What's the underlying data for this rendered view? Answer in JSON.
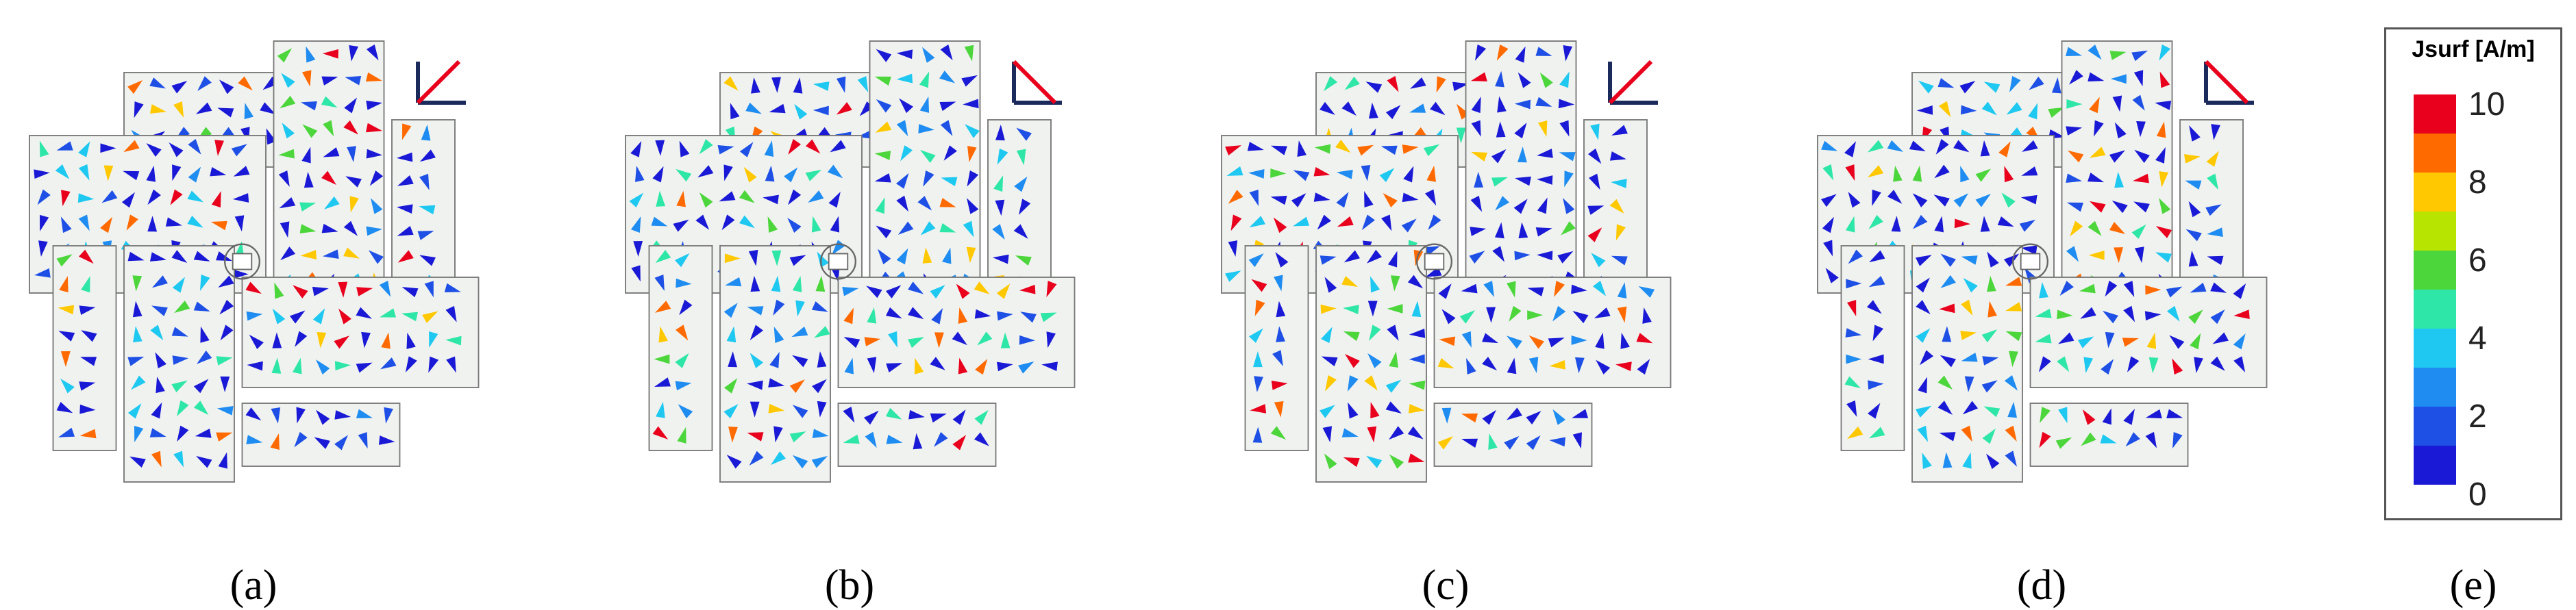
{
  "panels": [
    {
      "id": "a",
      "label": "(a)"
    },
    {
      "id": "b",
      "label": "(b)"
    },
    {
      "id": "c",
      "label": "(c)"
    },
    {
      "id": "d",
      "label": "(d)"
    }
  ],
  "legend": {
    "title": "Jsurf [A/m]",
    "colors": [
      "#e8001c",
      "#ff6a00",
      "#ffc800",
      "#b7e400",
      "#4cd63c",
      "#2ee6a8",
      "#1ec8f0",
      "#1e8cf0",
      "#1e50e6",
      "#1a1ad6"
    ],
    "ticks": [
      "10",
      "8",
      "6",
      "4",
      "2",
      "0"
    ],
    "caption": "(e)"
  },
  "axis_colors": {
    "frame": "#1a2a5a",
    "field": "#e8001c"
  }
}
